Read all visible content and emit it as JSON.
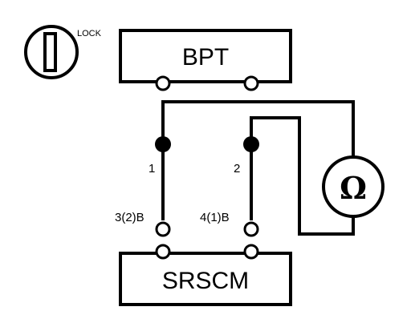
{
  "lock_label": "LOCK",
  "top_box_label": "BPT",
  "bottom_box_label": "SRSCM",
  "meter_symbol": "Ω",
  "probe_labels": [
    "1",
    "2"
  ],
  "terminal_labels": [
    "3(2)B",
    "4(1)B"
  ]
}
